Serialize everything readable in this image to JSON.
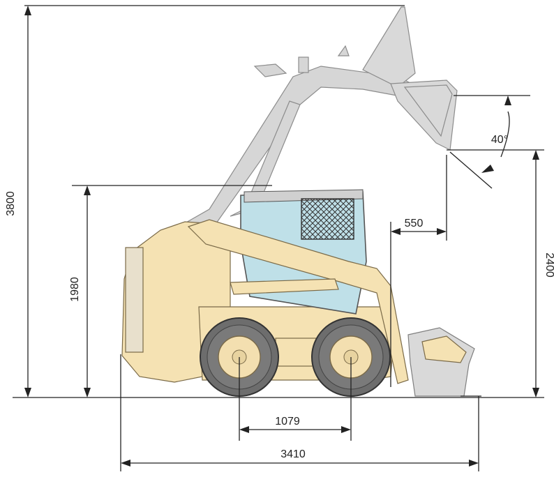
{
  "dimensions": {
    "overall_height": "3800",
    "cab_height": "1980",
    "wheelbase": "1079",
    "overall_length": "3410",
    "dump_height": "2400",
    "dump_reach": "550",
    "dump_angle": "40°"
  },
  "colors": {
    "body": "#f5e2b3",
    "body_stroke": "#7a6a48",
    "arm_raised": "#d4d4d4",
    "glass": "#bfe0e8",
    "tire": "#6d6d6d",
    "rim": "#f3dfb0",
    "lines": "#222222"
  }
}
